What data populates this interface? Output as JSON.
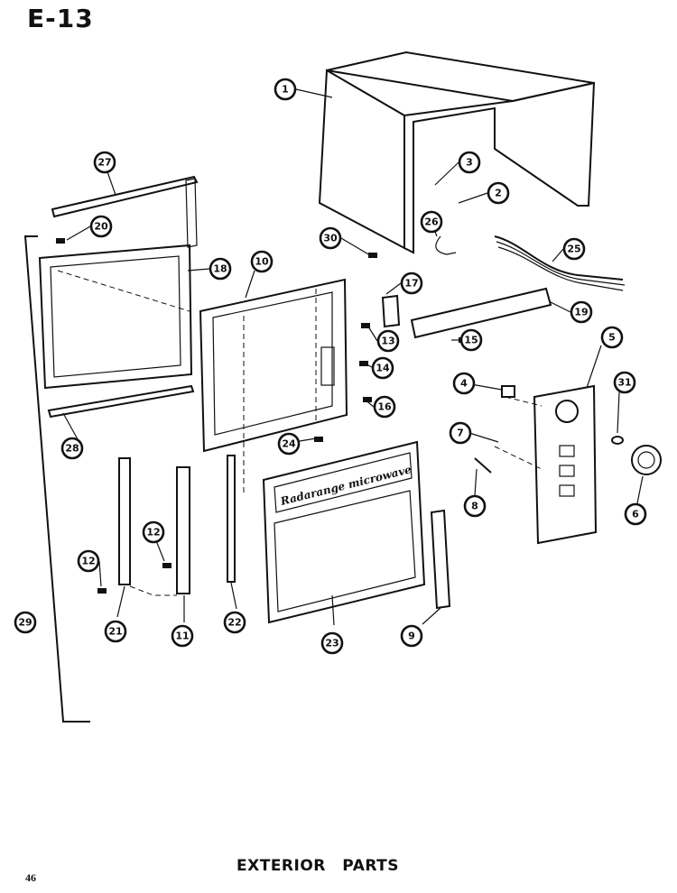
{
  "header": {
    "page_code": "E-13"
  },
  "footer": {
    "page_number": "46",
    "section_title": "EXTERIOR PARTS"
  },
  "door_panel": {
    "script_label": "Radarange microwave"
  },
  "callouts": [
    {
      "id": "c1",
      "label": "1"
    },
    {
      "id": "c3",
      "label": "3"
    },
    {
      "id": "c2",
      "label": "2"
    },
    {
      "id": "c27",
      "label": "27"
    },
    {
      "id": "c20",
      "label": "20"
    },
    {
      "id": "c26",
      "label": "26"
    },
    {
      "id": "c25",
      "label": "25"
    },
    {
      "id": "c30",
      "label": "30"
    },
    {
      "id": "c18",
      "label": "18"
    },
    {
      "id": "c10",
      "label": "10"
    },
    {
      "id": "c17",
      "label": "17"
    },
    {
      "id": "c19",
      "label": "19"
    },
    {
      "id": "c13",
      "label": "13"
    },
    {
      "id": "c15",
      "label": "15"
    },
    {
      "id": "c5",
      "label": "5"
    },
    {
      "id": "c14",
      "label": "14"
    },
    {
      "id": "c4",
      "label": "4"
    },
    {
      "id": "c31",
      "label": "31"
    },
    {
      "id": "c16",
      "label": "16"
    },
    {
      "id": "c28",
      "label": "28"
    },
    {
      "id": "c24",
      "label": "24"
    },
    {
      "id": "c7",
      "label": "7"
    },
    {
      "id": "c8",
      "label": "8"
    },
    {
      "id": "c6",
      "label": "6"
    },
    {
      "id": "c12a",
      "label": "12"
    },
    {
      "id": "c12b",
      "label": "12"
    },
    {
      "id": "c29",
      "label": "29"
    },
    {
      "id": "c21",
      "label": "21"
    },
    {
      "id": "c11",
      "label": "11"
    },
    {
      "id": "c22",
      "label": "22"
    },
    {
      "id": "c23",
      "label": "23"
    },
    {
      "id": "c9",
      "label": "9"
    }
  ]
}
